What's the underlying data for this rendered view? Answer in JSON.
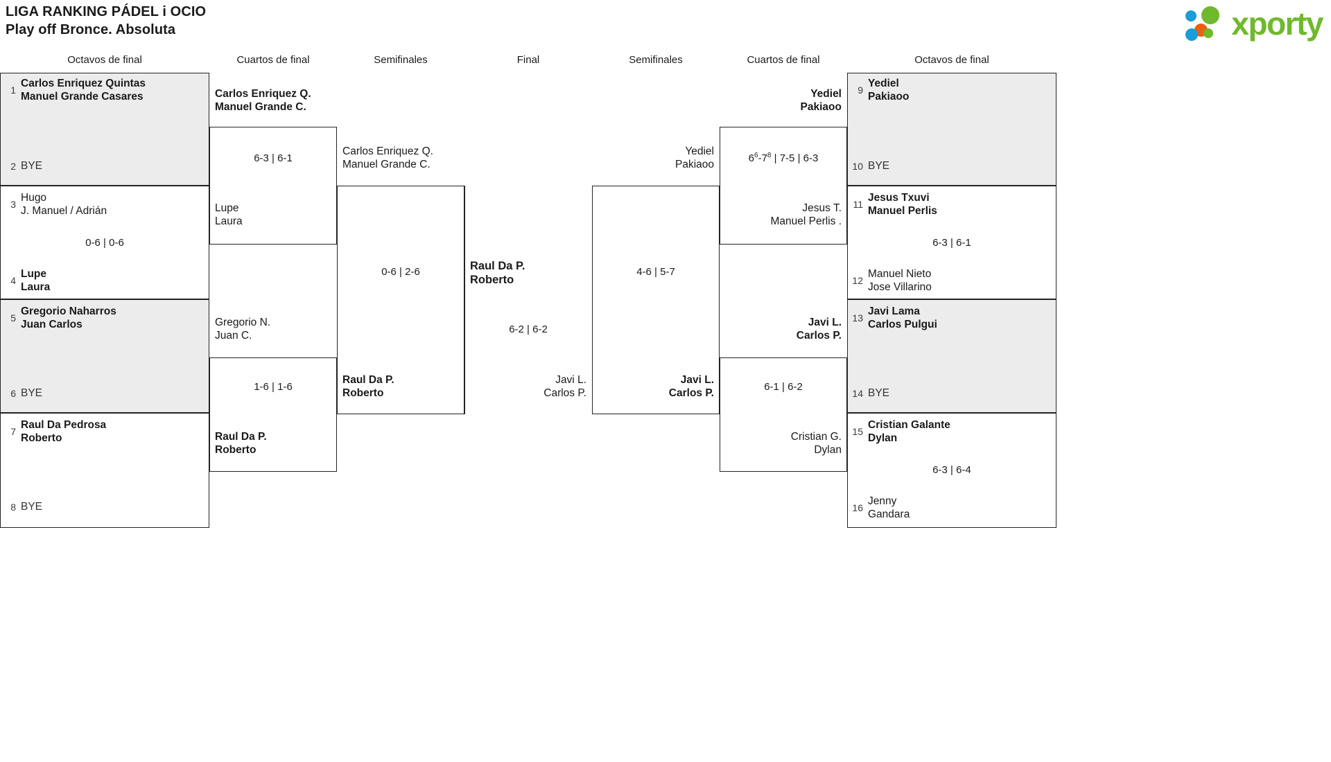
{
  "header": {
    "title": "LIGA RANKING PÁDEL i OCIO\nPlay off Bronce. Absoluta",
    "logo_text": "xporty",
    "logo_colors": {
      "green": "#6FB92C",
      "blue": "#1A9DD9",
      "orange": "#E8610E"
    }
  },
  "round_headers": [
    {
      "label": "Octavos de final"
    },
    {
      "label": "Cuartos de final"
    },
    {
      "label": "Semifinales"
    },
    {
      "label": "Final"
    },
    {
      "label": "Semifinales"
    },
    {
      "label": "Cuartos de final"
    },
    {
      "label": "Octavos de final"
    }
  ],
  "bracket": {
    "left": {
      "r16": [
        {
          "top_seed": "1",
          "top_name": "Carlos Enriquez Quintas\nManuel Grande Casares",
          "top_winner": true,
          "bot_seed": "2",
          "bot_name": "BYE",
          "bot_winner": false,
          "score": "",
          "shaded": true
        },
        {
          "top_seed": "3",
          "top_name": "Hugo\nJ. Manuel / Adrián",
          "top_winner": false,
          "bot_seed": "4",
          "bot_name": "Lupe\nLaura",
          "bot_winner": true,
          "score": "0-6 | 0-6",
          "shaded": false
        },
        {
          "top_seed": "5",
          "top_name": "Gregorio Naharros\nJuan Carlos",
          "top_winner": true,
          "bot_seed": "6",
          "bot_name": "BYE",
          "bot_winner": false,
          "score": "",
          "shaded": true
        },
        {
          "top_seed": "7",
          "top_name": "Raul Da Pedrosa\nRoberto",
          "top_winner": true,
          "bot_seed": "8",
          "bot_name": "BYE",
          "bot_winner": false,
          "score": "",
          "shaded": false
        }
      ],
      "qf": [
        {
          "top_name": "Carlos Enriquez Q.\nManuel Grande C.",
          "top_winner": true,
          "bot_name": "Lupe\nLaura",
          "bot_winner": false,
          "score": "6-3 | 6-1"
        },
        {
          "top_name": "Gregorio N.\nJuan C.",
          "top_winner": false,
          "bot_name": "Raul Da P.\nRoberto",
          "bot_winner": true,
          "score": "1-6 | 1-6"
        }
      ],
      "sf": [
        {
          "top_name": "Carlos Enriquez Q.\nManuel Grande C.",
          "top_winner": false,
          "bot_name": "Raul Da P.\nRoberto",
          "bot_winner": true,
          "score": "0-6 | 2-6"
        }
      ],
      "finalist": {
        "name": "Raul Da P.\nRoberto",
        "winner": true
      }
    },
    "final": {
      "score": "6-2 | 6-2"
    },
    "right": {
      "r16": [
        {
          "top_seed": "9",
          "top_name": "Yediel\nPakiaoo",
          "top_winner": true,
          "bot_seed": "10",
          "bot_name": "BYE",
          "bot_winner": false,
          "score": "",
          "shaded": true
        },
        {
          "top_seed": "11",
          "top_name": "Jesus Txuvi\nManuel Perlis",
          "top_winner": true,
          "bot_seed": "12",
          "bot_name": "Manuel Nieto\nJose Villarino",
          "bot_winner": false,
          "score": "6-3 | 6-1",
          "shaded": false
        },
        {
          "top_seed": "13",
          "top_name": "Javi Lama\nCarlos Pulgui",
          "top_winner": true,
          "bot_seed": "14",
          "bot_name": "BYE",
          "bot_winner": false,
          "score": "",
          "shaded": true
        },
        {
          "top_seed": "15",
          "top_name": "Cristian Galante\nDylan",
          "top_winner": true,
          "bot_seed": "16",
          "bot_name": "Jenny\nGandara",
          "bot_winner": false,
          "score": "6-3 | 6-4",
          "shaded": false
        }
      ],
      "qf": [
        {
          "top_name": "Yediel\nPakiaoo",
          "top_winner": true,
          "bot_name": "Jesus T.\nManuel Perlis .",
          "bot_winner": false,
          "score_html": "6<sup>6</sup>-7<sup>8</sup> | 7-5 | 6-3",
          "score_text": "6(6)-7(8) | 7-5 | 6-3"
        },
        {
          "top_name": "Javi L.\nCarlos P.",
          "top_winner": true,
          "bot_name": "Cristian G.\nDylan",
          "bot_winner": false,
          "score_html": "6-1 | 6-2",
          "score_text": "6-1 | 6-2"
        }
      ],
      "sf": [
        {
          "top_name": "Yediel\nPakiaoo",
          "top_winner": false,
          "bot_name": "Javi L.\nCarlos P.",
          "bot_winner": true,
          "score": "4-6 | 5-7"
        }
      ],
      "finalist": {
        "name": "Javi L.\nCarlos P.",
        "winner": true
      }
    }
  }
}
